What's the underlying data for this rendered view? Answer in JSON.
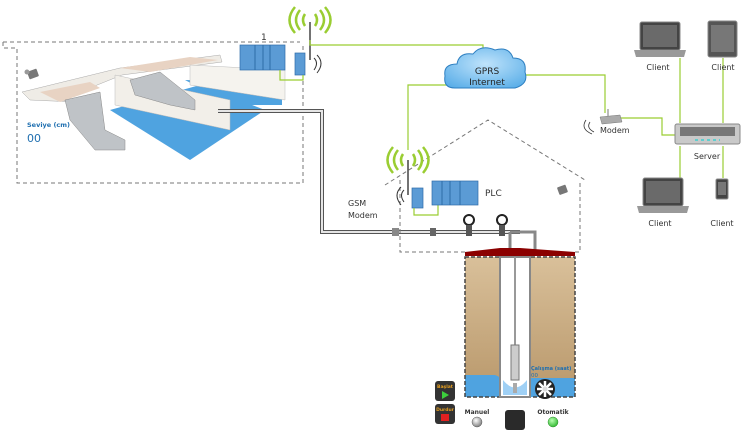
{
  "zone_label": "1",
  "pool": {
    "level_label": "Seviye (cm)",
    "level_value": "00"
  },
  "network": {
    "cloud_line1": "GPRS",
    "cloud_line2": "Internet",
    "modem_label": "Modem",
    "server_label": "Server",
    "clients": [
      "Client",
      "Client",
      "Client",
      "Client"
    ]
  },
  "station": {
    "gsm_label_line1": "GSM",
    "gsm_label_line2": "Modem",
    "plc_label": "PLC",
    "runtime_label": "Çalışma (saat)",
    "runtime_value": "00"
  },
  "controls": {
    "start_label": "Başlat",
    "stop_label": "Durdur",
    "manual_label": "Manuel",
    "auto_label": "Otomatik",
    "mode": "Otomatik"
  },
  "colors": {
    "link": "#9acd32",
    "water": "#4fa3e0",
    "plc": "#5b9bd5",
    "soil": "#c8a878",
    "accent_text": "#1f6fb0",
    "auto_led": "#3ccf3c"
  }
}
